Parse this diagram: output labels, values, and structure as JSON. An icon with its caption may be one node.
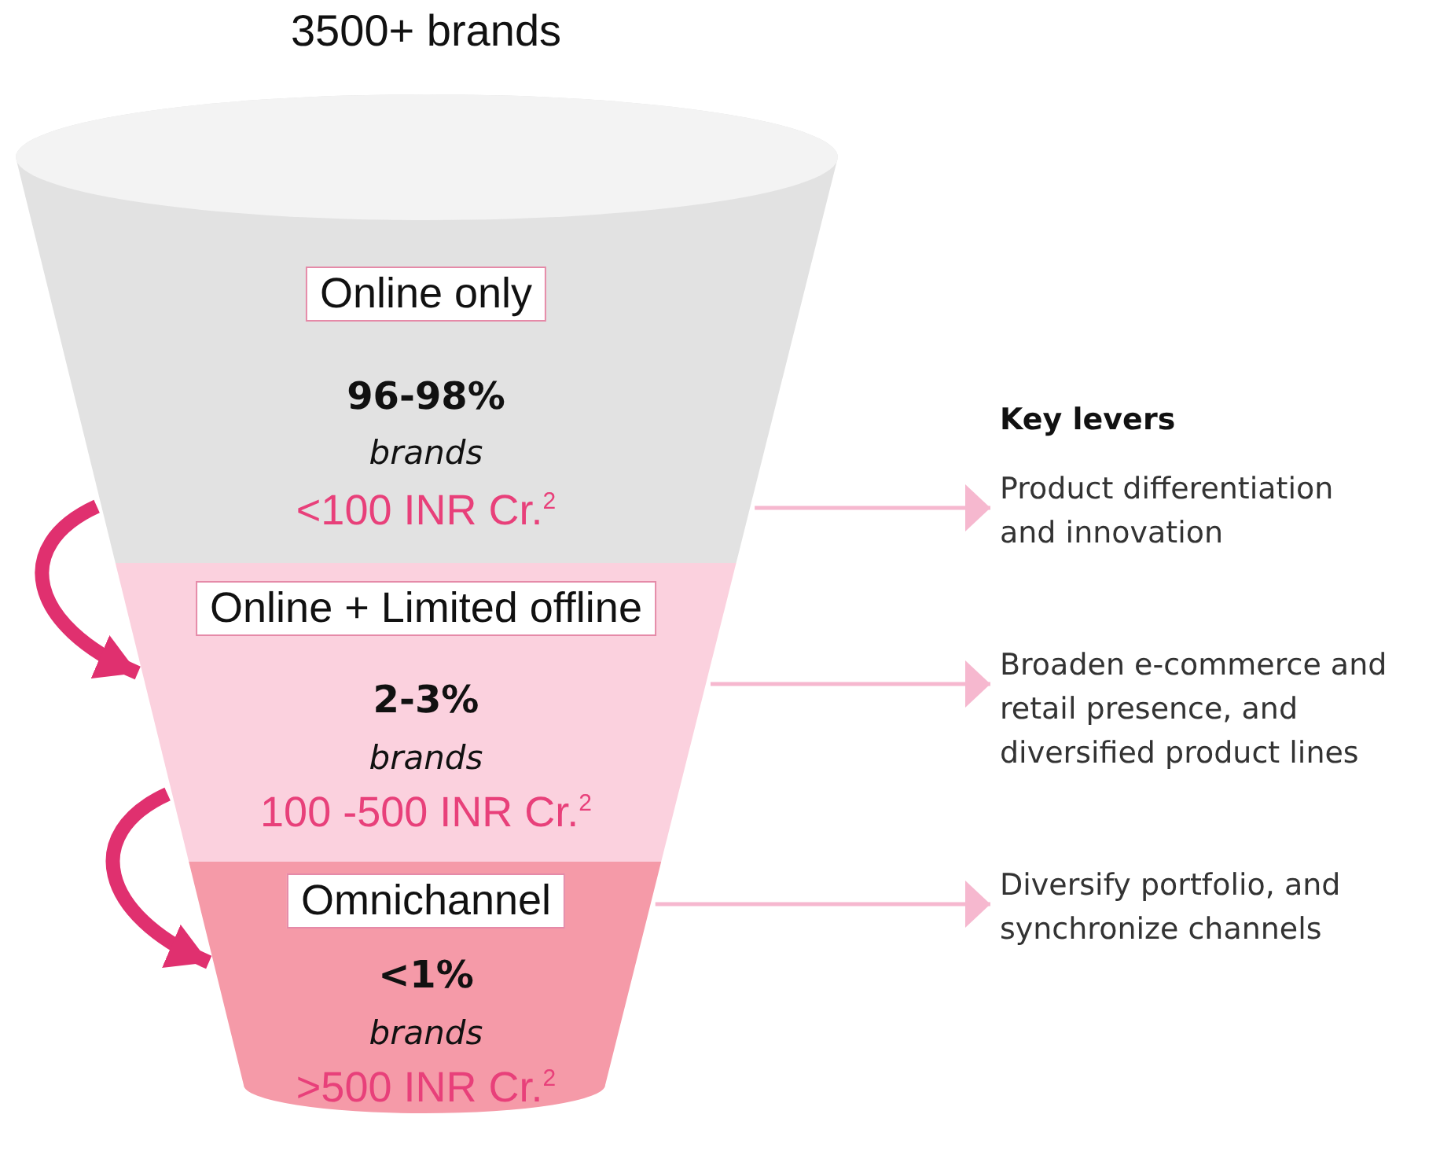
{
  "diagram": {
    "title": "3500+ brands",
    "nodes": [
      {
        "text": [
          "Online only",
          "96-98%",
          "brands",
          "<100 INR Cr.$^{2}$"
        ]
      },
      {
        "text": [
          "Online + Limited offline",
          "2-3%",
          "brands",
          "100 -500 INR Cr.$^{2}$"
        ]
      },
      {
        "text": [
          "Omnichannel",
          "<1%",
          "brands",
          ">500 INR Cr.$^{2}$"
        ]
      },
      {
        "text": [
          "Product differentiation and innovation"
        ]
      },
      {
        "text": [
          "Broaden e-commerce and retail presence, and diversified product lines"
        ]
      },
      {
        "text": [
          "Diversify portfolio, and synchronize channels"
        ]
      }
    ],
    "edges": [
      {
        "from": 0,
        "to": 3,
        "arrow": "to"
      },
      {
        "from": 1,
        "to": 4,
        "arrow": "to"
      },
      {
        "from": 2,
        "to": 5,
        "arrow": "to"
      },
      {
        "from": 0,
        "to": 1,
        "arrow": "to",
        "style": "thick",
        "color": "#e0306f"
      },
      {
        "from": 1,
        "to": 2,
        "arrow": "to",
        "style": "thick",
        "color": "#e0306f"
      }
    ],
    "labels": [
      "Key levers"
    ]
  }
}
